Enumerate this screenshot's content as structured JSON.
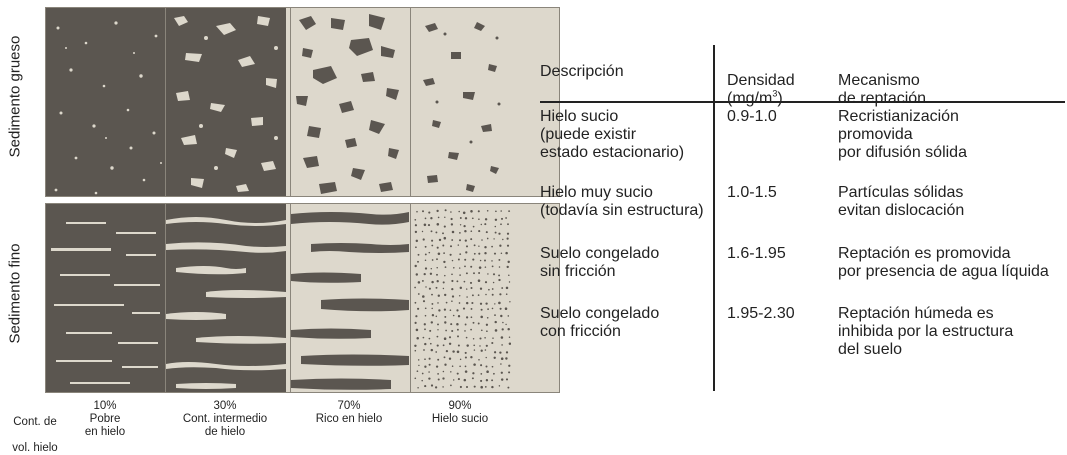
{
  "rows": {
    "coarse": "Sedimento grueso",
    "fine": "Sedimento fino"
  },
  "axis_caption": {
    "line1": "Cont. de",
    "line2": "vol. hielo"
  },
  "columns": [
    {
      "percent": "10%",
      "line1": "Pobre",
      "line2": "en hielo"
    },
    {
      "percent": "30%",
      "line1": "Cont. intermedio",
      "line2": "de hielo"
    },
    {
      "percent": "70%",
      "line1": "Rico en hielo",
      "line2": ""
    },
    {
      "percent": "90%",
      "line1": "Hielo sucio",
      "line2": ""
    }
  ],
  "table": {
    "headers": {
      "description": "Descripción",
      "density_line1": "Densidad",
      "density_unit_prefix": "(mg/m",
      "density_unit_exp": "3",
      "density_unit_suffix": ")",
      "mechanism_line1": "Mecanismo",
      "mechanism_line2": "de reptación"
    },
    "rows": [
      {
        "description": "Hielo sucio\n(puede existir\nestado estacionario)",
        "density": "0.9-1.0",
        "mechanism": "Recristianización\npromovida\npor difusión sólida"
      },
      {
        "description": "Hielo muy sucio\n(todavía sin estructura)",
        "density": "1.0-1.5",
        "mechanism": "Partículas sólidas\nevitan dislocación"
      },
      {
        "description": "Suelo congelado\nsin fricción",
        "density": "1.6-1.95",
        "mechanism": "Reptación es promovida\npor presencia de agua líquida"
      },
      {
        "description": "Suelo congelado\ncon fricción",
        "density": "1.95-2.30",
        "mechanism": "Reptación húmeda es\ninhibida por la estructura\ndel suelo"
      }
    ]
  },
  "colors": {
    "sediment": "#5b5650",
    "ice": "#ddd8cc",
    "frame": "#8a857b"
  }
}
